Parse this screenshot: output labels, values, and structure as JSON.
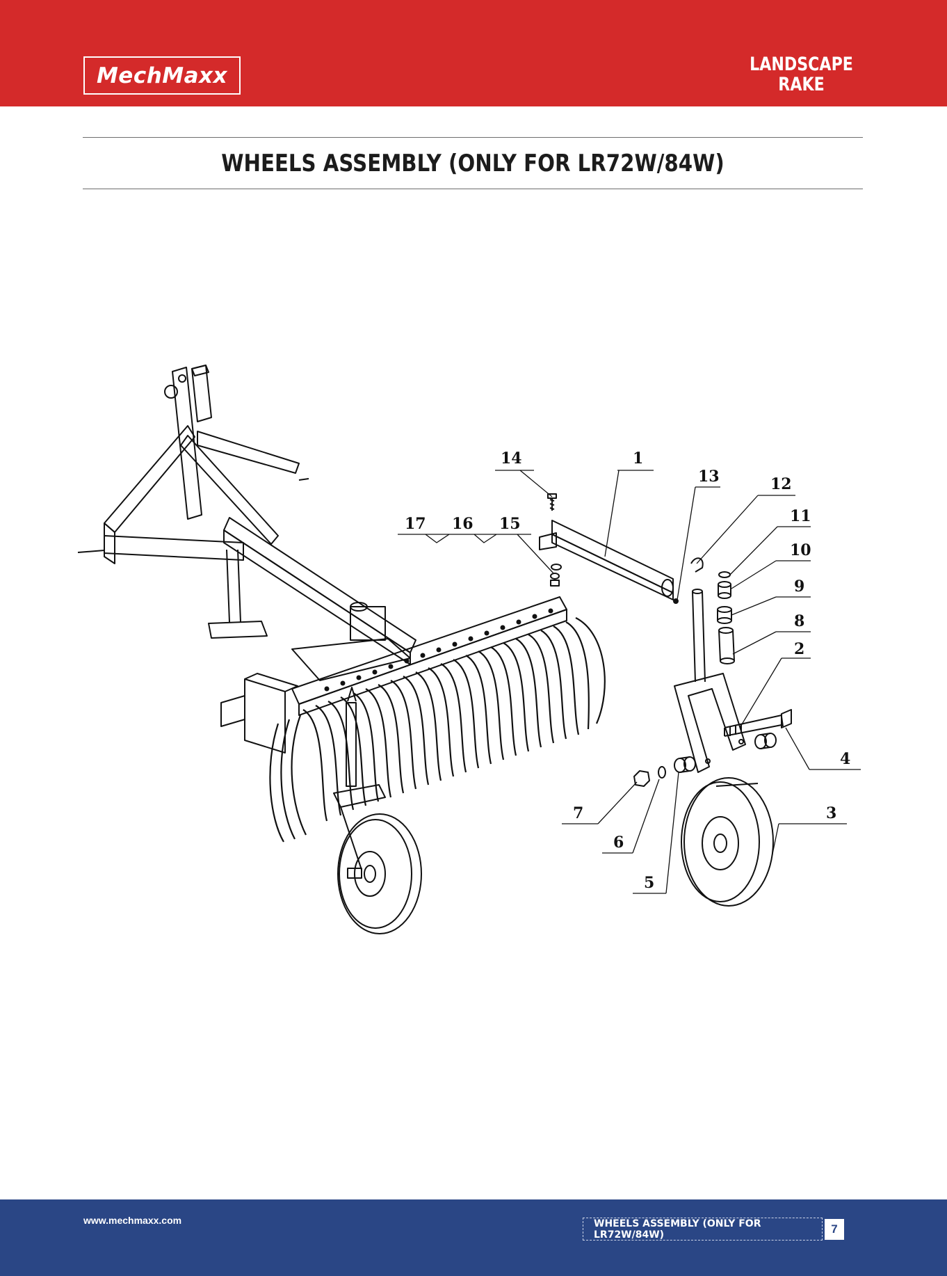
{
  "header": {
    "brand": "MechMaxx",
    "product_line1": "LANDSCAPE",
    "product_line2": "RAKE"
  },
  "page_title": "WHEELS ASSEMBLY (ONLY FOR LR72W/84W)",
  "diagram": {
    "callouts": [
      "1",
      "2",
      "3",
      "4",
      "5",
      "6",
      "7",
      "8",
      "9",
      "10",
      "11",
      "12",
      "13",
      "14",
      "15",
      "16",
      "17"
    ]
  },
  "footer": {
    "url": "www.mechmaxx.com",
    "section": "WHEELS ASSEMBLY (ONLY FOR LR72W/84W)",
    "page": "7"
  },
  "colors": {
    "header_red": "#d42a2a",
    "footer_blue": "#2a4685"
  }
}
